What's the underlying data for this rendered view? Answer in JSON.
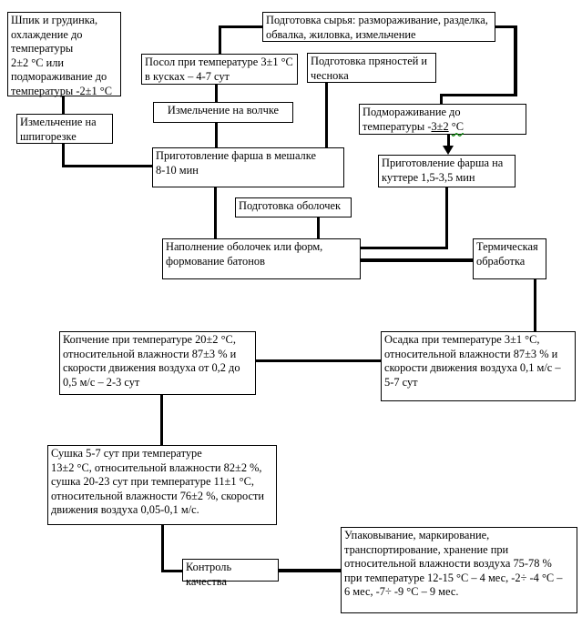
{
  "diagram_type": "process-flowchart",
  "language": "ru",
  "colors": {
    "box_border": "#000000",
    "box_fill": "#ffffff",
    "connector": "#000000",
    "page_background": "#ffffff",
    "spellcheck_squiggle": "#008000"
  },
  "nodes": {
    "shpik": "Шпик и грудинка,\nохлаждение до\nтемпературы\n2±2 °С или\nподмораживание до\nтемпературы -2±1 °С",
    "raw_prep": "Подготовка сырья: размораживание, разделка,\nобвалка, жиловка, измельчение",
    "salting": "Посол при температуре 3±1 °С\nв кусках – 4-7 сут",
    "spices": "Подготовка пряностей и\nчеснока",
    "fat_cutter": "Измельчение на\nшпигорезке",
    "grinder": "Измельчение на волчке",
    "freezing": {
      "prefix": "Подмораживание до\nтемпературы -",
      "underlined": "3±2",
      "spellchecked": "°С"
    },
    "mixer": "Приготовление фарша в мешалке\n8-10 мин",
    "cutter": "Приготовление фарша на\nкуттере 1,5-3,5 мин",
    "casings": "Подготовка оболочек",
    "filling": "Наполнение оболочек или форм,\nформование батонов",
    "thermal": "Термическая\nобработка",
    "smoking": "Копчение при температуре 20±2 °С,\nотносительной влажности 87±3 % и\nскорости движения воздуха от 0,2 до\n0,5 м/с – 2-3 сут",
    "settling": "Осадка при температуре 3±1 °С,\nотносительной влажности 87±3 % и\nскорости движения воздуха 0,1 м/с –\n5-7 сут",
    "drying": "Сушка 5-7 сут при температуре\n 13±2 °С, относительной влажности 82±2 %,\nсушка 20-23 сут при температуре 11±1 °С,\nотносительной влажности 76±2 %, скорости\nдвижения воздуха 0,05-0,1 м/с.",
    "quality": "Контроль качества",
    "packaging": "Упаковывание, маркирование,\nтранспортирование, хранение при\nотносительной влажности воздуха 75-78 %\nпри температуре 12-15 °С – 4 мес, -2÷ -4 °С –\n6 мес, -7÷ -9 °С – 9 мес."
  },
  "edges": [
    [
      "shpik",
      "fat_cutter"
    ],
    [
      "fat_cutter",
      "mixer"
    ],
    [
      "raw_prep",
      "salting"
    ],
    [
      "raw_prep",
      "freezing"
    ],
    [
      "salting",
      "grinder"
    ],
    [
      "grinder",
      "mixer"
    ],
    [
      "spices",
      "mixer"
    ],
    [
      "freezing",
      "cutter"
    ],
    [
      "mixer",
      "filling"
    ],
    [
      "casings",
      "filling"
    ],
    [
      "cutter",
      "filling"
    ],
    [
      "filling",
      "thermal"
    ],
    [
      "thermal",
      "settling"
    ],
    [
      "settling",
      "smoking"
    ],
    [
      "smoking",
      "drying"
    ],
    [
      "drying",
      "quality"
    ],
    [
      "quality",
      "packaging"
    ]
  ]
}
